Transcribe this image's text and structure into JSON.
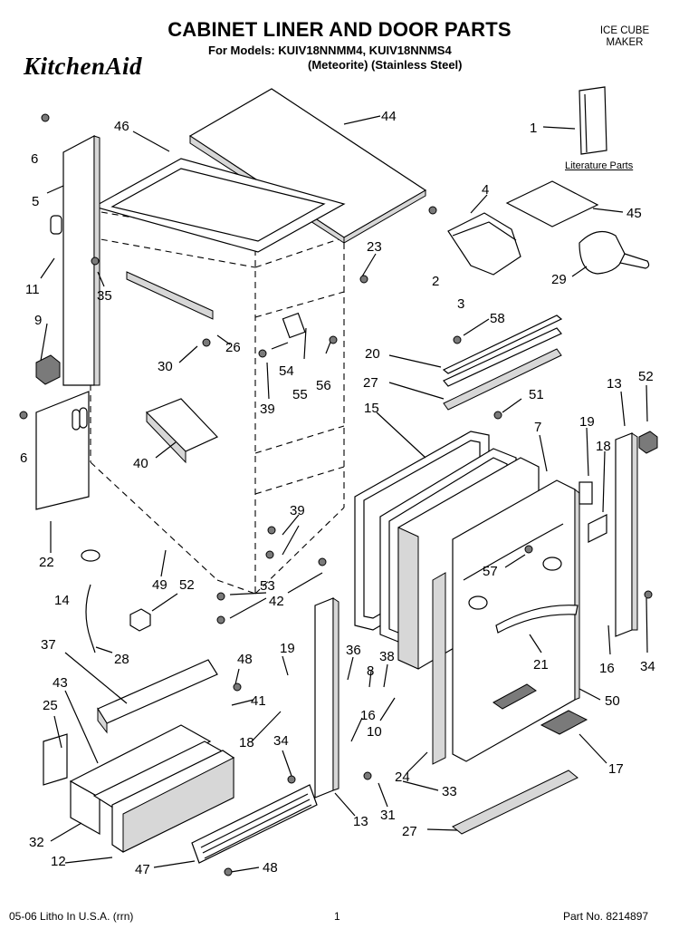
{
  "header": {
    "title": "CABINET LINER AND DOOR PARTS",
    "models": "For Models: KUIV18NNMM4, KUIV18NNMS4",
    "variants": "(Meteorite)   (Stainless Steel)",
    "brand": "KitchenAid",
    "category": "ICE CUBE MAKER"
  },
  "literature_label": "Literature Parts",
  "footer": {
    "litho": "05-06 Litho In U.S.A. (rrn)",
    "page": "1",
    "part_no": "Part No. 8214897"
  },
  "callouts": {
    "c44": "44",
    "c46": "46",
    "c1": "1",
    "c6a": "6",
    "c5": "5",
    "c4": "4",
    "c45": "45",
    "c23": "23",
    "c2": "2",
    "c3": "3",
    "c29": "29",
    "c11": "11",
    "c35": "35",
    "c9": "9",
    "c58": "58",
    "c30": "30",
    "c26": "26",
    "c54": "54",
    "c55": "55",
    "c56": "56",
    "c20": "20",
    "c39a": "39",
    "c27a": "27",
    "c51": "51",
    "c13a": "13",
    "c52a": "52",
    "c15": "15",
    "c7": "7",
    "c19a": "19",
    "c18a": "18",
    "c6b": "6",
    "c40": "40",
    "c22": "22",
    "c39b": "39",
    "c14": "14",
    "c49": "49",
    "c52b": "52",
    "c53": "53",
    "c42": "42",
    "c57": "57",
    "c28": "28",
    "c37": "37",
    "c48a": "48",
    "c19b": "19",
    "c36": "36",
    "c38": "38",
    "c21": "21",
    "c16a": "16",
    "c34a": "34",
    "c43": "43",
    "c41": "41",
    "c8": "8",
    "c25": "25",
    "c16b": "16",
    "c10": "10",
    "c50": "50",
    "c18b": "18",
    "c34b": "34",
    "c17": "17",
    "c24": "24",
    "c33": "33",
    "c32": "32",
    "c13b": "13",
    "c31": "31",
    "c27b": "27",
    "c12": "12",
    "c47": "47",
    "c48b": "48"
  }
}
